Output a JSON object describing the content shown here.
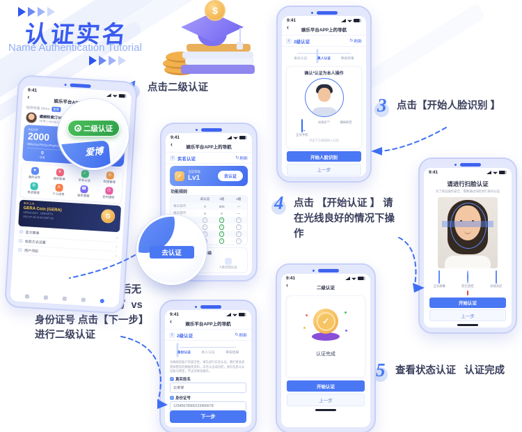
{
  "colors": {
    "primary": "#3f6ef2",
    "green": "#35ab4e",
    "title_blue": "#3a5bf0",
    "subtitle_blue": "#93aef5",
    "dashed": "#3f6ef2"
  },
  "header": {
    "title": "认证实名",
    "subtitle": "Name Authentication Tutorial"
  },
  "steps": [
    {
      "num": "1",
      "text": "点击二级认证"
    },
    {
      "num": "2",
      "text": "输入 真实姓名 认证后无法修改，请如实填写  vs 身份证号 点击【下一步】进行二级认证"
    },
    {
      "num": "3",
      "text": "点击【开始人脸识别 】"
    },
    {
      "num": "4",
      "text": "点击 【开始认证 】 请在光线良好的情况下操作"
    },
    {
      "num": "5",
      "text": "查看状态认证   认证完成"
    }
  ],
  "phone1": {
    "time": "9:41",
    "nav_title": "娱乐平台APP上的导航",
    "notice": "视频充值 00ms",
    "notice_badge": "查看",
    "profile_name": "螺蛳粉紫汀66中级会员",
    "profile_meta": "40号 | nicole123",
    "card": {
      "label": "AIGOP",
      "amount": "2000",
      "token": "$MintGyVPkiSyaPkgtiVe",
      "logo": "爱博",
      "stats": [
        {
          "v": "0",
          "l": "可用"
        },
        {
          "v": "2000",
          "l": "已冻结"
        },
        {
          "v": "7000",
          "l": "结算总额"
        }
      ]
    },
    "magnifier_pill": "二级认证",
    "grid": [
      {
        "label": "我的证件"
      },
      {
        "label": "我的账单"
      },
      {
        "label": "实名认证"
      },
      {
        "label": "权限管理"
      },
      {
        "label": "系统管理"
      },
      {
        "label": "个人信息"
      },
      {
        "label": "联系客服"
      },
      {
        "label": "定时通知"
      }
    ],
    "banner": {
      "tag": "新币上市",
      "title": "GERA Coin (GERA)",
      "line1": "GERA/USDT、GERA/ETH",
      "line2": "2021-07-28 19:30 (GMT+8)"
    },
    "list": [
      {
        "label": "官方赛事"
      },
      {
        "label": "收款方式设置"
      },
      {
        "label": "用户须知"
      }
    ],
    "tabbar": [
      "home-icon",
      "quotes-icon",
      "trade-icon",
      "assets-icon",
      "profile-icon"
    ]
  },
  "phone2": {
    "time": "9:41",
    "nav_title": "娱乐平台APP上的导航",
    "subnav": "实名认证",
    "refresh": "刷新",
    "level_label": "当前等级",
    "level": "Lv1",
    "go_btn": "去认证",
    "section": "功能规则",
    "table": {
      "headers": [
        "未认证",
        "1级",
        "2级"
      ],
      "rows": [
        {
          "label": "每日采币",
          "cells": [
            "0",
            "500",
            "—"
          ]
        },
        {
          "label": "每日提币",
          "cells": [
            "0",
            "0",
            "—"
          ]
        },
        {
          "label": "币币交易",
          "cells": [
            "✓",
            "✓",
            "✓"
          ]
        },
        {
          "label": "合约交易",
          "cells": [
            "✓",
            "✓",
            "✓"
          ]
        },
        {
          "label": "法币交易",
          "cells": [
            "✓",
            "✓",
            "✓"
          ]
        },
        {
          "label": "理财服务",
          "cells": [
            "✓",
            "✓",
            "✓"
          ]
        }
      ]
    },
    "level2_title": "2级",
    "level2_items": [
      {
        "label": "有效身份证件"
      },
      {
        "label": "人脸识别认证"
      }
    ],
    "magnifier_btn": "去认证"
  },
  "phone3": {
    "time": "9:41",
    "nav_title": "娱乐平台APP上的导航",
    "subnav": "2级认证",
    "refresh": "刷新",
    "stepper": [
      {
        "label": "身份认证"
      },
      {
        "label": "真人认证"
      },
      {
        "label": "审核结果"
      }
    ],
    "disclaimer": "为确保您账户的安全性，请先进行实名认证，我们将会妥善保管您的数据及资料。实名认证成功后，身份信息与认证账号绑定，不支持修改操作。",
    "name_label": "真实姓名",
    "name_value": "云某某",
    "id_label": "身份证号",
    "id_value": "12345678900123456678",
    "next_btn": "下一步"
  },
  "phone4": {
    "time": "9:41",
    "nav_title": "娱乐平台APP上的导航",
    "subnav": "2级认证",
    "refresh": "刷新",
    "stepper": [
      {
        "label": "身份认证"
      },
      {
        "label": "真人认证"
      },
      {
        "label": "审核结果"
      }
    ],
    "confirm_title": "确认*认证为本人操作",
    "tips": [
      {
        "icon": "phone-icon",
        "label": "正对手机"
      },
      {
        "icon": "bulb-icon",
        "label": "光线充足"
      },
      {
        "icon": "smile-icon",
        "label": "摘掉眼镜"
      }
    ],
    "hint": "点击下方按钮进入认证",
    "primary_btn": "开始人脸识别",
    "secondary_btn": "上一步"
  },
  "phone5": {
    "time": "9:41",
    "title": "请进行扫脸认证",
    "subtitle": "为了保证操作安全，需要通过扫脸进行身份认证",
    "tips": [
      {
        "icon": "screen-icon",
        "label": "正对屏幕"
      },
      {
        "icon": "face-icon",
        "label": "脸无遮挡"
      },
      {
        "icon": "light-icon",
        "label": "光线充足"
      }
    ],
    "primary_btn": "开始认证",
    "secondary_btn": "上一步"
  },
  "phone6": {
    "time": "9:41",
    "nav_title": "二级认证",
    "result": "认证完成",
    "primary_btn": "开始认证",
    "secondary_btn": "上一步"
  }
}
